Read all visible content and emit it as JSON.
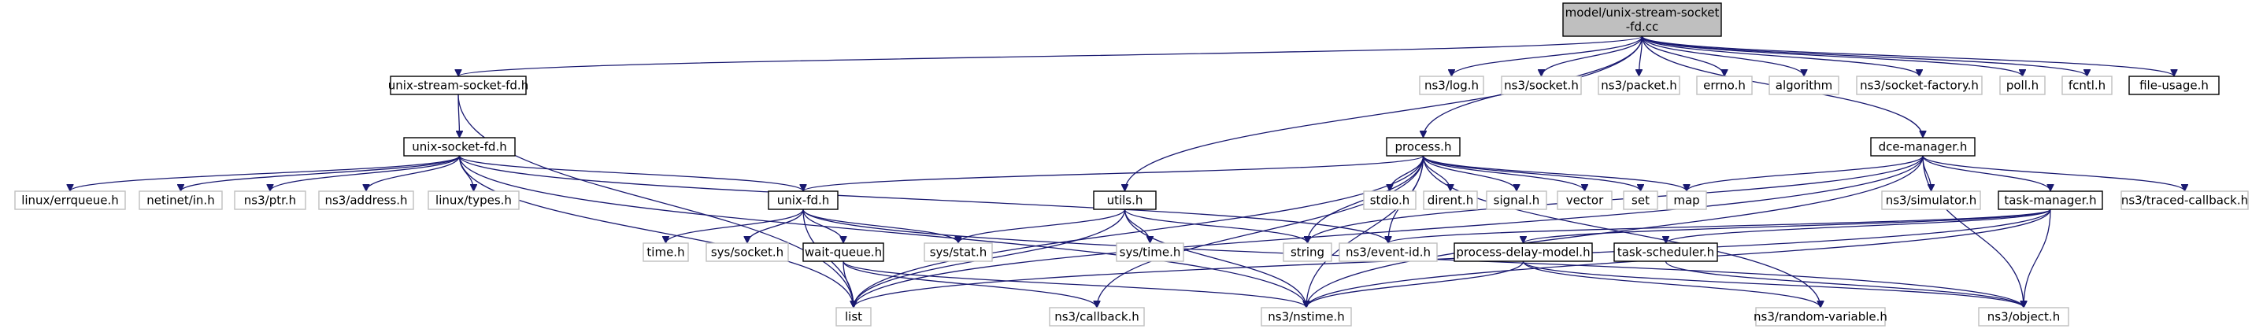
{
  "graph": {
    "nodes": [
      {
        "id": "root",
        "lines": [
          "model/unix-stream-socket",
          "-fd.cc"
        ],
        "kind": "root"
      },
      {
        "id": "usfd_h",
        "lines": [
          "unix-stream-socket-fd.h"
        ],
        "kind": "doc"
      },
      {
        "id": "ns3_log",
        "lines": [
          "ns3/log.h"
        ],
        "kind": "ext"
      },
      {
        "id": "ns3_socket",
        "lines": [
          "ns3/socket.h"
        ],
        "kind": "ext"
      },
      {
        "id": "ns3_packet",
        "lines": [
          "ns3/packet.h"
        ],
        "kind": "ext"
      },
      {
        "id": "errno",
        "lines": [
          "errno.h"
        ],
        "kind": "ext"
      },
      {
        "id": "algorithm",
        "lines": [
          "algorithm"
        ],
        "kind": "ext"
      },
      {
        "id": "ns3_sockfac",
        "lines": [
          "ns3/socket-factory.h"
        ],
        "kind": "ext"
      },
      {
        "id": "poll",
        "lines": [
          "poll.h"
        ],
        "kind": "ext"
      },
      {
        "id": "fcntl",
        "lines": [
          "fcntl.h"
        ],
        "kind": "ext"
      },
      {
        "id": "fileusage",
        "lines": [
          "file-usage.h"
        ],
        "kind": "doc"
      },
      {
        "id": "usockfd_h",
        "lines": [
          "unix-socket-fd.h"
        ],
        "kind": "doc"
      },
      {
        "id": "process_h",
        "lines": [
          "process.h"
        ],
        "kind": "doc"
      },
      {
        "id": "dcemgr_h",
        "lines": [
          "dce-manager.h"
        ],
        "kind": "doc"
      },
      {
        "id": "errqueue",
        "lines": [
          "linux/errqueue.h"
        ],
        "kind": "ext"
      },
      {
        "id": "netinet_in",
        "lines": [
          "netinet/in.h"
        ],
        "kind": "ext"
      },
      {
        "id": "ns3_ptr",
        "lines": [
          "ns3/ptr.h"
        ],
        "kind": "ext"
      },
      {
        "id": "ns3_address",
        "lines": [
          "ns3/address.h"
        ],
        "kind": "ext"
      },
      {
        "id": "linux_types",
        "lines": [
          "linux/types.h"
        ],
        "kind": "ext"
      },
      {
        "id": "stdio",
        "lines": [
          "stdio.h"
        ],
        "kind": "ext"
      },
      {
        "id": "dirent",
        "lines": [
          "dirent.h"
        ],
        "kind": "ext"
      },
      {
        "id": "signal",
        "lines": [
          "signal.h"
        ],
        "kind": "ext"
      },
      {
        "id": "vector",
        "lines": [
          "vector"
        ],
        "kind": "ext"
      },
      {
        "id": "set",
        "lines": [
          "set"
        ],
        "kind": "ext"
      },
      {
        "id": "map",
        "lines": [
          "map"
        ],
        "kind": "ext"
      },
      {
        "id": "ns3_sim",
        "lines": [
          "ns3/simulator.h"
        ],
        "kind": "ext"
      },
      {
        "id": "taskmgr_h",
        "lines": [
          "task-manager.h"
        ],
        "kind": "doc"
      },
      {
        "id": "ns3_tcb",
        "lines": [
          "ns3/traced-callback.h"
        ],
        "kind": "ext"
      },
      {
        "id": "unixfd_h",
        "lines": [
          "unix-fd.h"
        ],
        "kind": "doc"
      },
      {
        "id": "utils_h",
        "lines": [
          "utils.h"
        ],
        "kind": "doc"
      },
      {
        "id": "time_h",
        "lines": [
          "time.h"
        ],
        "kind": "ext"
      },
      {
        "id": "syssocket",
        "lines": [
          "sys/socket.h"
        ],
        "kind": "ext"
      },
      {
        "id": "waitq_h",
        "lines": [
          "wait-queue.h"
        ],
        "kind": "doc"
      },
      {
        "id": "sysstat",
        "lines": [
          "sys/stat.h"
        ],
        "kind": "ext"
      },
      {
        "id": "systime",
        "lines": [
          "sys/time.h"
        ],
        "kind": "ext"
      },
      {
        "id": "string",
        "lines": [
          "string"
        ],
        "kind": "ext"
      },
      {
        "id": "ns3_eventid",
        "lines": [
          "ns3/event-id.h"
        ],
        "kind": "ext"
      },
      {
        "id": "pdm_h",
        "lines": [
          "process-delay-model.h"
        ],
        "kind": "doc"
      },
      {
        "id": "tsched_h",
        "lines": [
          "task-scheduler.h"
        ],
        "kind": "doc"
      },
      {
        "id": "list",
        "lines": [
          "list"
        ],
        "kind": "ext"
      },
      {
        "id": "ns3_callback",
        "lines": [
          "ns3/callback.h"
        ],
        "kind": "ext"
      },
      {
        "id": "ns3_nstime",
        "lines": [
          "ns3/nstime.h"
        ],
        "kind": "ext"
      },
      {
        "id": "ns3_randvar",
        "lines": [
          "ns3/random-variable.h"
        ],
        "kind": "ext"
      },
      {
        "id": "ns3_object",
        "lines": [
          "ns3/object.h"
        ],
        "kind": "ext"
      }
    ],
    "edges": [
      [
        "root",
        "usfd_h"
      ],
      [
        "root",
        "ns3_log"
      ],
      [
        "root",
        "ns3_socket"
      ],
      [
        "root",
        "ns3_packet"
      ],
      [
        "root",
        "errno"
      ],
      [
        "root",
        "algorithm"
      ],
      [
        "root",
        "ns3_sockfac"
      ],
      [
        "root",
        "poll"
      ],
      [
        "root",
        "fcntl"
      ],
      [
        "root",
        "fileusage"
      ],
      [
        "root",
        "process_h"
      ],
      [
        "root",
        "dcemgr_h"
      ],
      [
        "root",
        "utils_h"
      ],
      [
        "usfd_h",
        "usockfd_h"
      ],
      [
        "usfd_h",
        "list"
      ],
      [
        "usockfd_h",
        "errqueue"
      ],
      [
        "usockfd_h",
        "netinet_in"
      ],
      [
        "usockfd_h",
        "ns3_ptr"
      ],
      [
        "usockfd_h",
        "ns3_address"
      ],
      [
        "usockfd_h",
        "linux_types"
      ],
      [
        "usockfd_h",
        "unixfd_h"
      ],
      [
        "usockfd_h",
        "ns3_eventid"
      ],
      [
        "usockfd_h",
        "list"
      ],
      [
        "usockfd_h",
        "ns3_nstime"
      ],
      [
        "process_h",
        "unixfd_h"
      ],
      [
        "process_h",
        "stdio"
      ],
      [
        "process_h",
        "dirent"
      ],
      [
        "process_h",
        "signal"
      ],
      [
        "process_h",
        "vector"
      ],
      [
        "process_h",
        "set"
      ],
      [
        "process_h",
        "map"
      ],
      [
        "process_h",
        "string"
      ],
      [
        "process_h",
        "ns3_eventid"
      ],
      [
        "process_h",
        "list"
      ],
      [
        "process_h",
        "ns3_callback"
      ],
      [
        "process_h",
        "ns3_nstime"
      ],
      [
        "process_h",
        "ns3_randvar"
      ],
      [
        "dcemgr_h",
        "map"
      ],
      [
        "dcemgr_h",
        "ns3_sim"
      ],
      [
        "dcemgr_h",
        "taskmgr_h"
      ],
      [
        "dcemgr_h",
        "ns3_tcb"
      ],
      [
        "dcemgr_h",
        "string"
      ],
      [
        "dcemgr_h",
        "ns3_nstime"
      ],
      [
        "dcemgr_h",
        "ns3_object"
      ],
      [
        "dcemgr_h",
        "list"
      ],
      [
        "taskmgr_h",
        "ns3_eventid"
      ],
      [
        "taskmgr_h",
        "pdm_h"
      ],
      [
        "taskmgr_h",
        "tsched_h"
      ],
      [
        "taskmgr_h",
        "ns3_nstime"
      ],
      [
        "taskmgr_h",
        "ns3_object"
      ],
      [
        "taskmgr_h",
        "list"
      ],
      [
        "unixfd_h",
        "time_h"
      ],
      [
        "unixfd_h",
        "syssocket"
      ],
      [
        "unixfd_h",
        "waitq_h"
      ],
      [
        "unixfd_h",
        "sysstat"
      ],
      [
        "unixfd_h",
        "list"
      ],
      [
        "unixfd_h",
        "ns3_object"
      ],
      [
        "utils_h",
        "sysstat"
      ],
      [
        "utils_h",
        "systime"
      ],
      [
        "utils_h",
        "string"
      ],
      [
        "utils_h",
        "list"
      ],
      [
        "utils_h",
        "ns3_nstime"
      ],
      [
        "waitq_h",
        "list"
      ],
      [
        "waitq_h",
        "ns3_callback"
      ],
      [
        "waitq_h",
        "ns3_nstime"
      ],
      [
        "pdm_h",
        "ns3_nstime"
      ],
      [
        "pdm_h",
        "ns3_randvar"
      ],
      [
        "pdm_h",
        "ns3_object"
      ],
      [
        "tsched_h",
        "ns3_object"
      ]
    ]
  }
}
